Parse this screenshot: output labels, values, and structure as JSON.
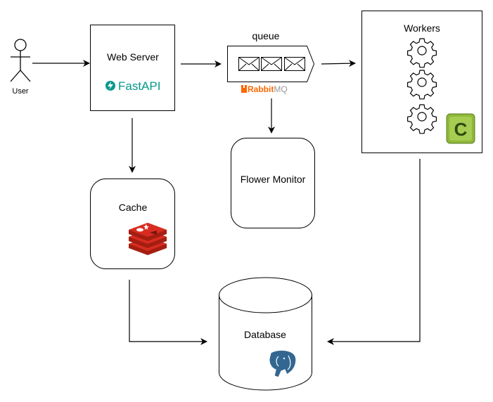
{
  "colors": {
    "line": "#000000",
    "fastapi": "#05998b",
    "rabbitmq": "#ff6600",
    "redis": "#d82c20",
    "postgres": "#336791",
    "celery": "#8fb83a"
  },
  "actor": {
    "label": "User",
    "icon": "person-icon"
  },
  "web_server": {
    "title": "Web Server",
    "logo_text": "FastAPI",
    "logo_icon": "fastapi-icon"
  },
  "queue": {
    "title": "queue",
    "logo_text_main": "Rabbit",
    "logo_text_suffix": "MQ",
    "message_icon": "envelope-icon"
  },
  "workers": {
    "title": "Workers",
    "icon": "gear-icon",
    "badge_letter": "C"
  },
  "flower": {
    "title": "Flower Monitor"
  },
  "cache": {
    "title": "Cache",
    "icon": "redis-icon"
  },
  "database": {
    "title": "Database",
    "icon": "postgresql-elephant-icon"
  }
}
